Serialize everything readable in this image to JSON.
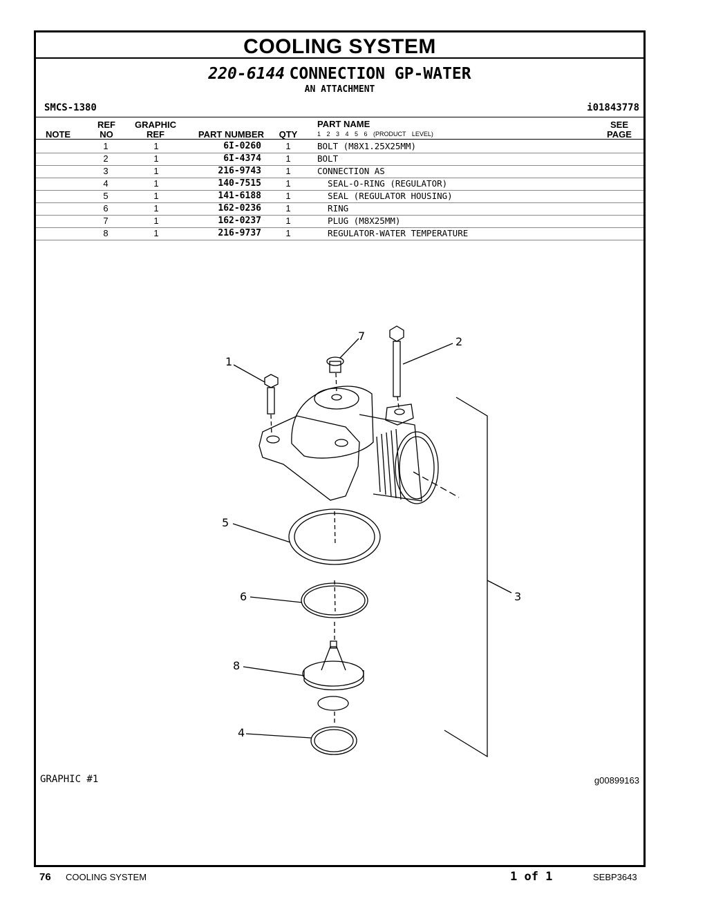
{
  "page": {
    "section_title": "COOLING SYSTEM",
    "group_number": "220-6144",
    "group_name": "CONNECTION GP-WATER",
    "attachment": "AN ATTACHMENT",
    "smcs": "SMCS-1380",
    "illustration_id": "i01843778"
  },
  "table": {
    "headers": {
      "note": "NOTE",
      "ref_line1": "REF",
      "ref_line2": "NO",
      "graphic_line1": "GRAPHIC",
      "graphic_line2": "REF",
      "part_number": "PART NUMBER",
      "qty": "QTY",
      "part_name": "PART NAME",
      "product_level": "1 2 3 4 5 6 (PRODUCT LEVEL)",
      "see_line1": "SEE",
      "see_line2": "PAGE"
    },
    "rows": [
      {
        "ref": "1",
        "graphic": "1",
        "part_number": "6I-0260",
        "qty": "1",
        "name": "BOLT (M8X1.25X25MM)"
      },
      {
        "ref": "2",
        "graphic": "1",
        "part_number": "6I-4374",
        "qty": "1",
        "name": "BOLT"
      },
      {
        "ref": "3",
        "graphic": "1",
        "part_number": "216-9743",
        "qty": "1",
        "name": "CONNECTION AS"
      },
      {
        "ref": "4",
        "graphic": "1",
        "part_number": "140-7515",
        "qty": "1",
        "name": "  SEAL-O-RING (REGULATOR)"
      },
      {
        "ref": "5",
        "graphic": "1",
        "part_number": "141-6188",
        "qty": "1",
        "name": "  SEAL (REGULATOR HOUSING)"
      },
      {
        "ref": "6",
        "graphic": "1",
        "part_number": "162-0236",
        "qty": "1",
        "name": "  RING"
      },
      {
        "ref": "7",
        "graphic": "1",
        "part_number": "162-0237",
        "qty": "1",
        "name": "  PLUG (M8X25MM)"
      },
      {
        "ref": "8",
        "graphic": "1",
        "part_number": "216-9737",
        "qty": "1",
        "name": "  REGULATOR-WATER TEMPERATURE"
      }
    ]
  },
  "graphic": {
    "label": "GRAPHIC #1",
    "id": "g00899163",
    "callouts": [
      "1",
      "2",
      "3",
      "4",
      "5",
      "6",
      "7",
      "8"
    ]
  },
  "footer": {
    "page_number": "76",
    "section": "COOLING SYSTEM",
    "page_of": "1 of 1",
    "doc_number": "SEBP3643"
  }
}
